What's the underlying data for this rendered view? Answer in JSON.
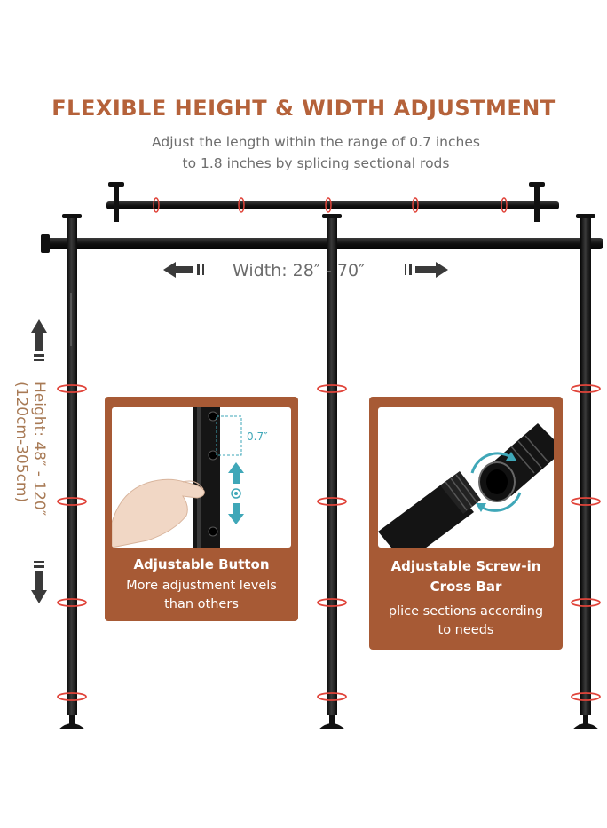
{
  "title": "FLEXIBLE HEIGHT & WIDTH ADJUSTMENT",
  "subtitle_line1": "Adjust the length within the range of 0.7 inches",
  "subtitle_line2": "to 1.8 inches by splicing sectional rods",
  "width_label": "Width: 28″ - 70″",
  "height_label": "Height: 48″ - 120″",
  "height_metric": "(120cm-305cm)",
  "button_spacing": "0.7″",
  "cards": [
    {
      "title": "Adjustable Button",
      "desc_line1": "More adjustment levels",
      "desc_line2": "than others"
    },
    {
      "title_line1": "Adjustable Screw-in",
      "title_line2": "Cross Bar",
      "desc_line1": "plice sections according",
      "desc_line2": "to needs"
    }
  ],
  "colors": {
    "accent": "#b5623a",
    "card": "#a75a35",
    "rod": "#1c1c1c",
    "ring": "#e0443a",
    "teal": "#3fa7b8"
  },
  "icons": [
    "arrow-left-icon",
    "arrow-right-icon",
    "arrow-up-icon",
    "arrow-down-icon",
    "rotate-icon",
    "hand-icon"
  ]
}
